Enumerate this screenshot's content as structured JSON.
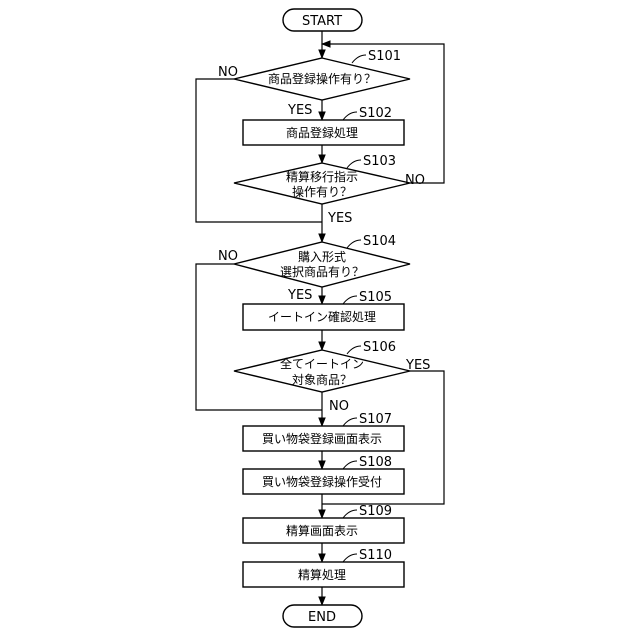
{
  "terminals": {
    "start": "START",
    "end": "END"
  },
  "steps": {
    "s101": {
      "id": "S101",
      "line1": "商品登録操作有り？",
      "line2": ""
    },
    "s102": {
      "id": "S102",
      "line1": "商品登録処理"
    },
    "s103": {
      "id": "S103",
      "line1": "精算移行指示",
      "line2": "操作有り？"
    },
    "s104": {
      "id": "S104",
      "line1": "購入形式",
      "line2": "選択商品有り？"
    },
    "s105": {
      "id": "S105",
      "line1": "イートイン確認処理"
    },
    "s106": {
      "id": "S106",
      "line1": "全てイートイン",
      "line2": "対象商品？"
    },
    "s107": {
      "id": "S107",
      "line1": "買い物袋登録画面表示"
    },
    "s108": {
      "id": "S108",
      "line1": "買い物袋登録操作受付"
    },
    "s109": {
      "id": "S109",
      "line1": "精算画面表示"
    },
    "s110": {
      "id": "S110",
      "line1": "精算処理"
    }
  },
  "branches": {
    "yes": "YES",
    "no": "NO"
  }
}
